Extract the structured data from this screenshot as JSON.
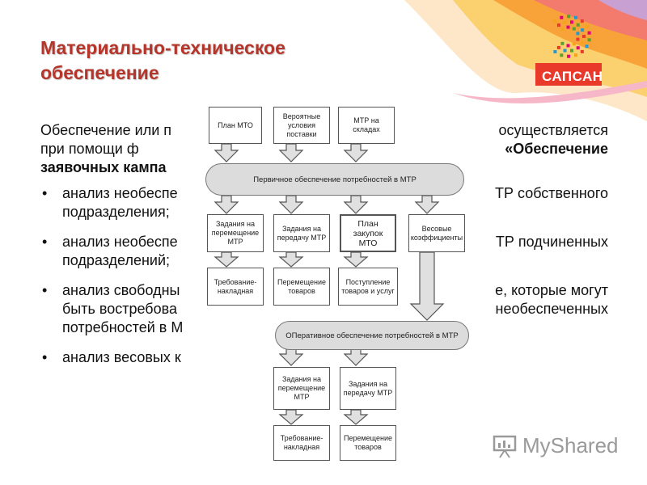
{
  "slide": {
    "title_line1": "Материально-техническое",
    "title_line2": "обеспечение",
    "intro_visible_start": "Обеспечение или п",
    "intro_visible_end": "осуществляется",
    "intro_line2_start": "при помощи ф",
    "intro_line2_end": "«Обеспечение",
    "intro_line3": "заявочных кампа",
    "bullet_symbol": "•",
    "bullets": [
      {
        "left": "анализ необеспе",
        "right": "ТР собственного",
        "line2": "подразделения;"
      },
      {
        "left": "анализ необеспе",
        "right": "ТР подчиненных",
        "line2": "подразделений;"
      },
      {
        "left": "анализ свободны",
        "right": "е, которые могут",
        "line2_left": "быть востребова",
        "line2_right": "необеспеченных",
        "line3": "потребностей в М"
      },
      {
        "left": "анализ весовых к"
      }
    ]
  },
  "logo": {
    "text": "САПСАН",
    "colors": {
      "bg": "#e8392a",
      "c1": "#f5a31a",
      "c2": "#e5007e",
      "c3": "#5aa02c",
      "c4": "#1f9ad6"
    }
  },
  "diagram": {
    "top_boxes": [
      "План МТО",
      "Вероятные условия поставки",
      "МТР на складах"
    ],
    "primary": "Первичное обеспечение потребностей в МТР",
    "middle_boxes": [
      "Задания на перемещение МТР",
      "Задания на передачу МТР",
      "План закупок МТО",
      "Весовые коэффициенты"
    ],
    "bottom_boxes": [
      "Требование-накладная",
      "Перемещение товаров",
      "Поступление товаров и услуг"
    ],
    "operative": "ОПеративное обеспечение потребностей в МТР",
    "op_boxes": [
      "Задания на перемещение МТР",
      "Задания на передачу МТР"
    ],
    "op_bottom_boxes": [
      "Требование-накладная",
      "Перемещение товаров"
    ]
  },
  "watermark": {
    "text": "MyShared"
  },
  "colors": {
    "title": "#b5352a",
    "arrow_fill": "#e0e0e0",
    "pill_fill": "#dcdcdc"
  }
}
